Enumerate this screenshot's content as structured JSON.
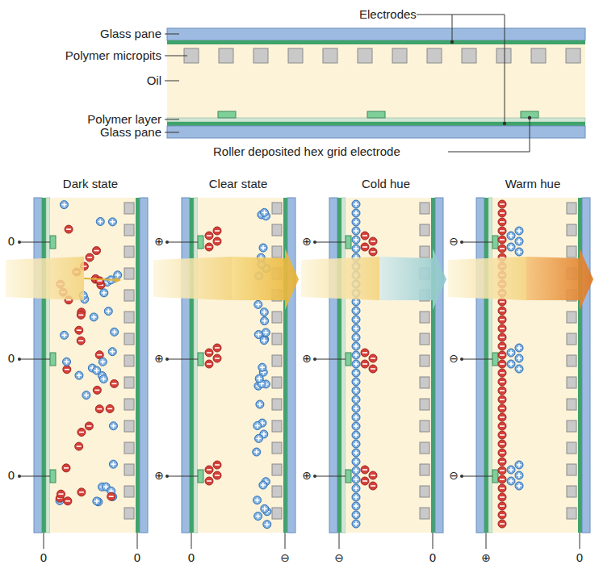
{
  "diagram": {
    "labels": [
      "Electrodes",
      "Glass pane",
      "Polymer micropits",
      "Oil",
      "Polymer layer",
      "Glass pane",
      "Roller deposited hex grid electrode",
      "Dark state",
      "Clear state",
      "Cold hue",
      "Warm hue",
      "0",
      "0",
      "0",
      "0",
      "0",
      "⊕",
      "⊕",
      "⊕",
      "0",
      "⊖",
      "⊕",
      "⊕",
      "⊕",
      "⊖",
      "0",
      "⊖",
      "⊖",
      "⊖",
      "⊕",
      "0"
    ]
  }
}
